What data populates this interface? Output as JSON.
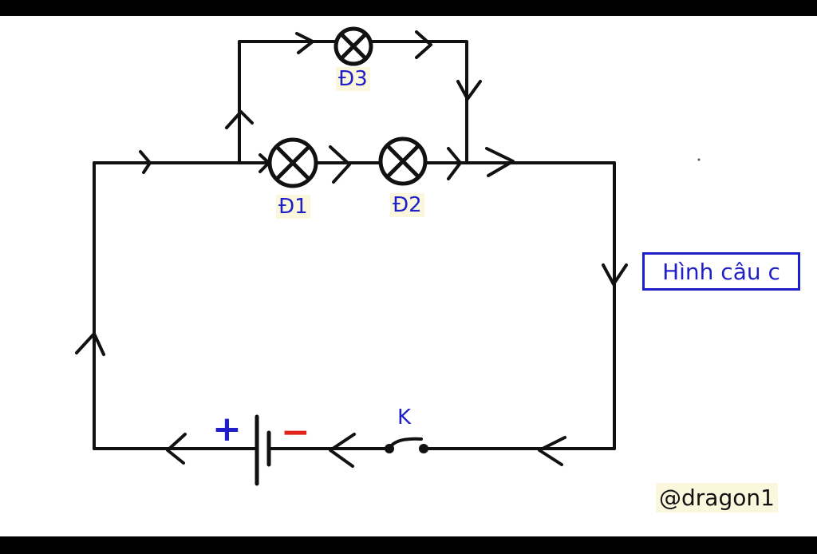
{
  "colors": {
    "wire": "#111111",
    "label_blue": "#1f1fc8",
    "minus_red": "#e0241b",
    "frame": "#000000"
  },
  "lamps": {
    "d1": "Đ1",
    "d2": "Đ2",
    "d3": "Đ3"
  },
  "switch_label": "K",
  "battery": {
    "positive": "+",
    "negative": "−"
  },
  "caption": "Hình câu c",
  "credit": "@dragon1"
}
